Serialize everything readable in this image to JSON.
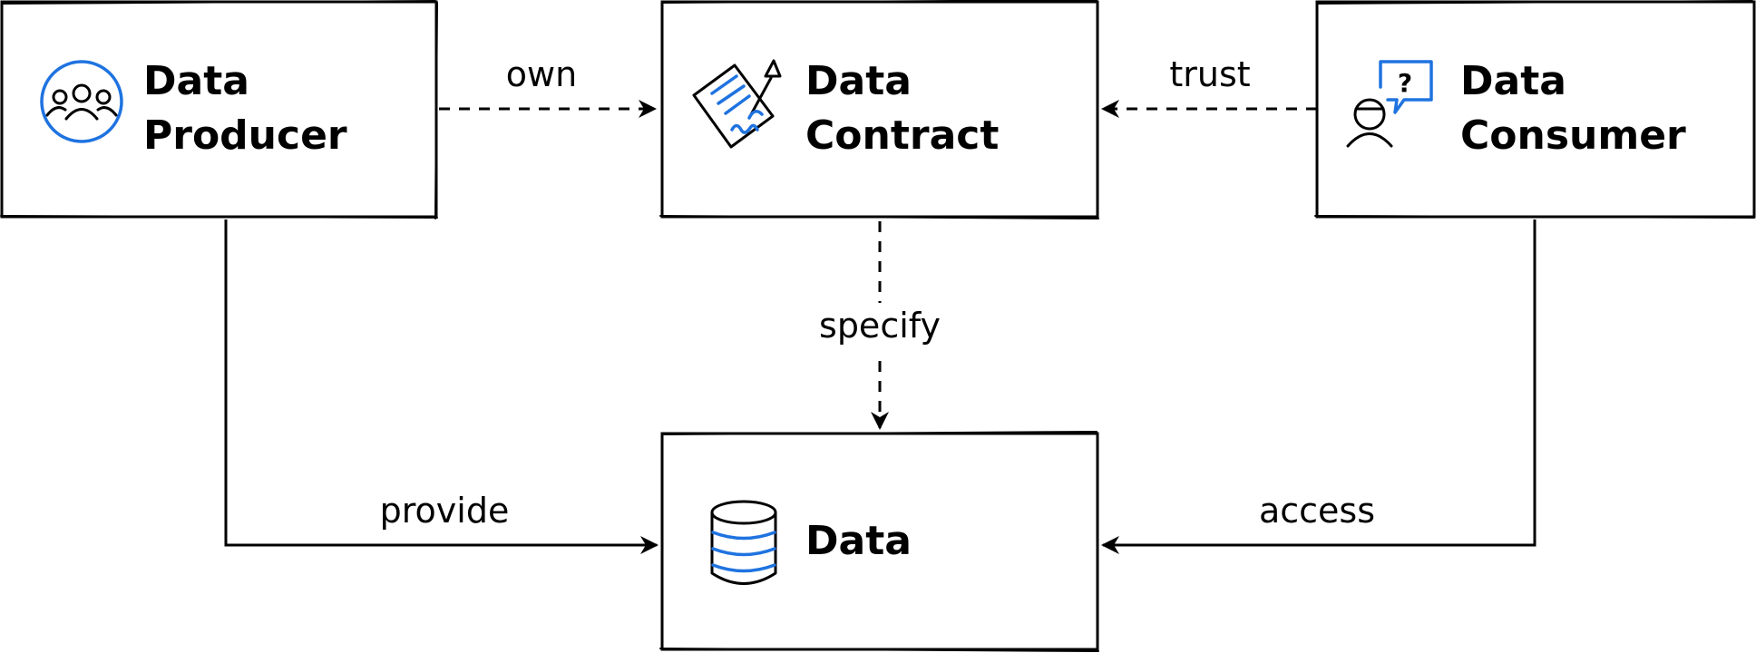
{
  "colors": {
    "accent": "#1f73e0",
    "stroke": "#000000",
    "background": "#ffffff"
  },
  "nodes": {
    "producer": {
      "line1": "Data",
      "line2": "Producer",
      "icon": "people-group-icon"
    },
    "contract": {
      "line1": "Data",
      "line2": "Contract",
      "icon": "signed-document-icon"
    },
    "consumer": {
      "line1": "Data",
      "line2": "Consumer",
      "icon": "person-question-icon"
    },
    "data": {
      "label": "Data",
      "icon": "database-icon"
    }
  },
  "edges": {
    "own": "own",
    "trust": "trust",
    "specify": "specify",
    "provide": "provide",
    "access": "access"
  }
}
